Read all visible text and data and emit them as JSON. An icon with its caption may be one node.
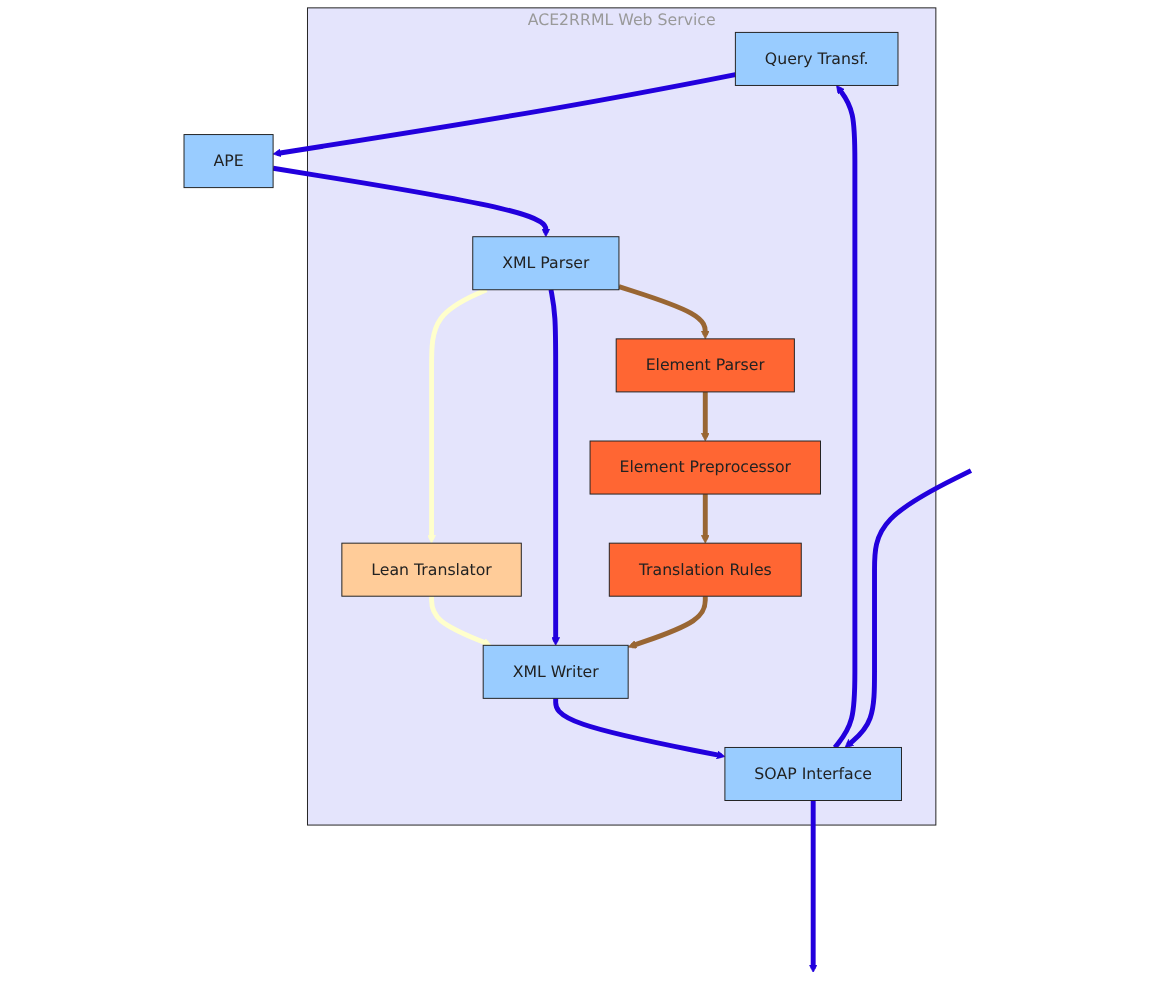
{
  "diagram": {
    "nodes": [
      {
        "text": [
          "ACE2RRML Web Service"
        ]
      },
      {
        "text": [
          "APE"
        ]
      },
      {
        "text": [
          "Query Transf."
        ],
        "in": 0
      },
      {
        "text": [
          "XML Parser"
        ],
        "in": 0
      },
      {
        "text": [
          "Element Parser"
        ],
        "in": 0
      },
      {
        "text": [
          "Lean Translator"
        ],
        "in": 0
      },
      {
        "text": [
          "Element Preprocessor"
        ],
        "in": 0
      },
      {
        "text": [
          "Translation Rules"
        ],
        "in": 0
      },
      {
        "text": [
          "XML Writer"
        ],
        "in": 0
      },
      {
        "text": [
          "SOAP Interface"
        ],
        "in": 0
      }
    ],
    "edges": [
      {
        "from": 2,
        "to": 1,
        "arrow": "to"
      },
      {
        "from": 1,
        "to": 3,
        "arrow": "to"
      },
      {
        "from": 3,
        "to": 5,
        "arrow": "to",
        "color": "#ffffcc"
      },
      {
        "from": 3,
        "to": 8,
        "arrow": "to"
      },
      {
        "from": 3,
        "to": 4,
        "arrow": "to",
        "color": "#996633"
      },
      {
        "from": 4,
        "to": 6,
        "arrow": "to",
        "color": "#996633"
      },
      {
        "from": 6,
        "to": 7,
        "arrow": "to",
        "color": "#996633"
      },
      {
        "from": 5,
        "to": 8,
        "arrow": "to",
        "color": "#ffffcc"
      },
      {
        "from": 7,
        "to": 8,
        "arrow": "to",
        "color": "#996633"
      },
      {
        "from": 8,
        "to": 9,
        "arrow": "to"
      },
      {
        "from": 9,
        "to": 2,
        "arrow": "to"
      },
      {
        "from": null,
        "to": 9,
        "arrow": "to"
      },
      {
        "from": 9,
        "to": null,
        "arrow": "to"
      }
    ]
  }
}
